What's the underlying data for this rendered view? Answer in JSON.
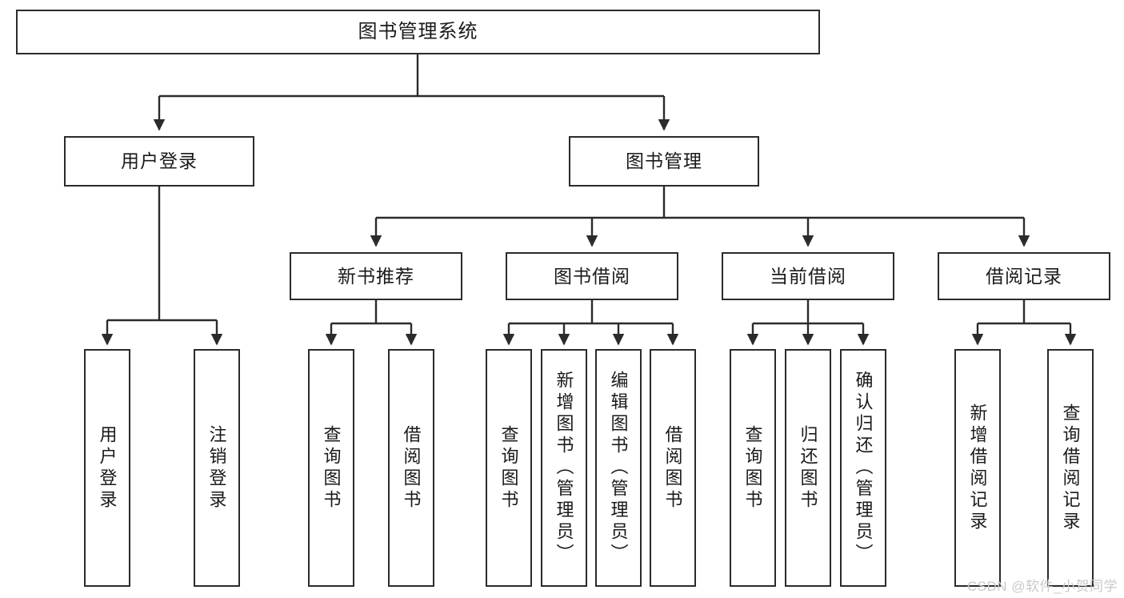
{
  "diagram": {
    "title": "图书管理系统",
    "type": "tree-hierarchy-diagram",
    "colors": {
      "box_border": "#2b2b2b",
      "box_fill": "#ffffff",
      "edge": "#2b2b2b",
      "text": "#1a1a1a",
      "watermark": "#c9c9c9",
      "background": "#ffffff"
    }
  },
  "nodes": {
    "root": {
      "label": "图书管理系统"
    },
    "level2": [
      {
        "id": "user-login",
        "label": "用户登录"
      },
      {
        "id": "book-manage",
        "label": "图书管理"
      }
    ],
    "level3": [
      {
        "id": "new-book-recommend",
        "label": "新书推荐"
      },
      {
        "id": "book-borrow",
        "label": "图书借阅"
      },
      {
        "id": "current-borrow",
        "label": "当前借阅"
      },
      {
        "id": "borrow-record",
        "label": "借阅记录"
      }
    ],
    "leaves": [
      {
        "id": "leaf-user-login",
        "label": "用户登录",
        "parent": "user-login"
      },
      {
        "id": "leaf-logout-login",
        "label": "注销登录",
        "parent": "user-login"
      },
      {
        "id": "leaf-query-book-1",
        "label": "查询图书",
        "parent": "new-book-recommend"
      },
      {
        "id": "leaf-borrow-book-1",
        "label": "借阅图书",
        "parent": "new-book-recommend"
      },
      {
        "id": "leaf-query-book-2",
        "label": "查询图书",
        "parent": "book-borrow"
      },
      {
        "id": "leaf-add-book",
        "label": "新增图书（管理员）",
        "parent": "book-borrow"
      },
      {
        "id": "leaf-edit-book",
        "label": "编辑图书（管理员）",
        "parent": "book-borrow"
      },
      {
        "id": "leaf-borrow-book-2",
        "label": "借阅图书",
        "parent": "book-borrow"
      },
      {
        "id": "leaf-query-book-3",
        "label": "查询图书",
        "parent": "current-borrow"
      },
      {
        "id": "leaf-return-book",
        "label": "归还图书",
        "parent": "current-borrow"
      },
      {
        "id": "leaf-confirm-return",
        "label": "确认归还（管理员）",
        "parent": "current-borrow"
      },
      {
        "id": "leaf-add-record",
        "label": "新增借阅记录",
        "parent": "borrow-record"
      },
      {
        "id": "leaf-query-record",
        "label": "查询借阅记录",
        "parent": "borrow-record"
      }
    ]
  },
  "watermark": {
    "text": "CSDN @软件_小贺同学"
  }
}
